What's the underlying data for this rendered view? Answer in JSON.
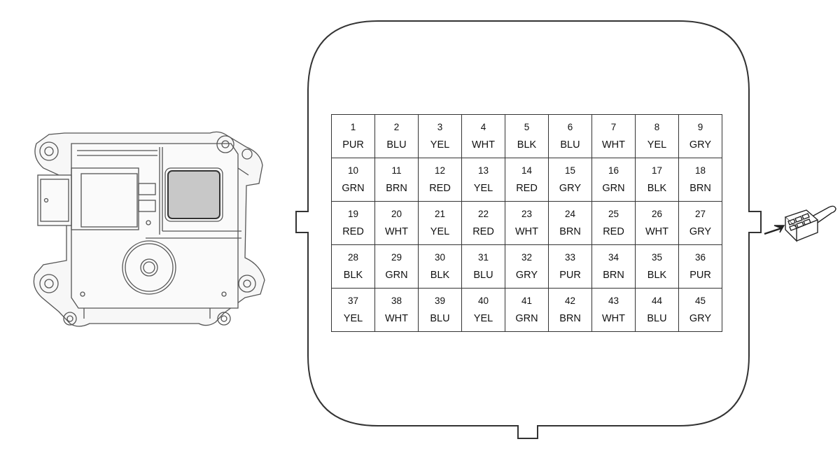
{
  "connector": {
    "rows": 5,
    "columns": 9,
    "pins": [
      {
        "number": "1",
        "color": "PUR"
      },
      {
        "number": "2",
        "color": "BLU"
      },
      {
        "number": "3",
        "color": "YEL"
      },
      {
        "number": "4",
        "color": "WHT"
      },
      {
        "number": "5",
        "color": "BLK"
      },
      {
        "number": "6",
        "color": "BLU"
      },
      {
        "number": "7",
        "color": "WHT"
      },
      {
        "number": "8",
        "color": "YEL"
      },
      {
        "number": "9",
        "color": "GRY"
      },
      {
        "number": "10",
        "color": "GRN"
      },
      {
        "number": "11",
        "color": "BRN"
      },
      {
        "number": "12",
        "color": "RED"
      },
      {
        "number": "13",
        "color": "YEL"
      },
      {
        "number": "14",
        "color": "RED"
      },
      {
        "number": "15",
        "color": "GRY"
      },
      {
        "number": "16",
        "color": "GRN"
      },
      {
        "number": "17",
        "color": "BLK"
      },
      {
        "number": "18",
        "color": "BRN"
      },
      {
        "number": "19",
        "color": "RED"
      },
      {
        "number": "20",
        "color": "WHT"
      },
      {
        "number": "21",
        "color": "YEL"
      },
      {
        "number": "22",
        "color": "RED"
      },
      {
        "number": "23",
        "color": "WHT"
      },
      {
        "number": "24",
        "color": "BRN"
      },
      {
        "number": "25",
        "color": "RED"
      },
      {
        "number": "26",
        "color": "WHT"
      },
      {
        "number": "27",
        "color": "GRY"
      },
      {
        "number": "28",
        "color": "BLK"
      },
      {
        "number": "29",
        "color": "GRN"
      },
      {
        "number": "30",
        "color": "BLK"
      },
      {
        "number": "31",
        "color": "BLU"
      },
      {
        "number": "32",
        "color": "GRY"
      },
      {
        "number": "33",
        "color": "PUR"
      },
      {
        "number": "34",
        "color": "BRN"
      },
      {
        "number": "35",
        "color": "BLK"
      },
      {
        "number": "36",
        "color": "PUR"
      },
      {
        "number": "37",
        "color": "YEL"
      },
      {
        "number": "38",
        "color": "WHT"
      },
      {
        "number": "39",
        "color": "BLU"
      },
      {
        "number": "40",
        "color": "YEL"
      },
      {
        "number": "41",
        "color": "GRN"
      },
      {
        "number": "42",
        "color": "BRN"
      },
      {
        "number": "43",
        "color": "WHT"
      },
      {
        "number": "44",
        "color": "BLU"
      },
      {
        "number": "45",
        "color": "GRY"
      }
    ]
  },
  "colors": {
    "line": "#333333",
    "module_fill": "#f4f4f4",
    "module_window": "#c8c8c8"
  },
  "icons": {
    "module": "module-housing-icon",
    "plug": "plug-connector-icon"
  }
}
